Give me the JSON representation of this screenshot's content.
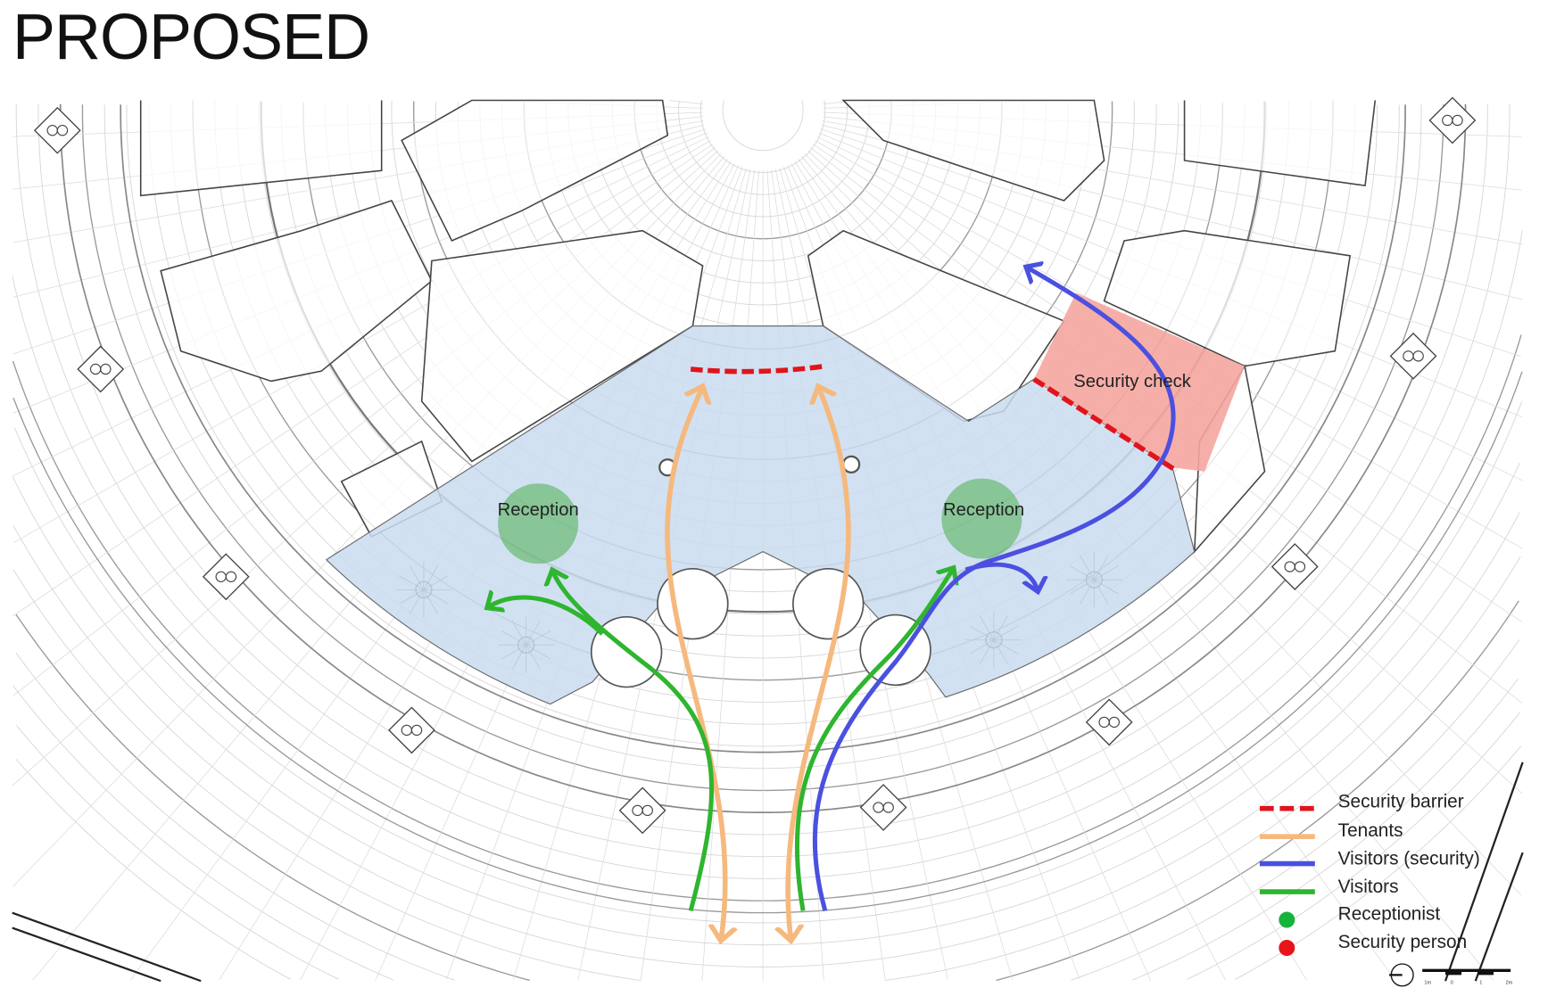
{
  "title": "PROPOSED",
  "labels": {
    "reception_left": "Reception",
    "reception_right": "Reception",
    "security_check": "Security check"
  },
  "legend": [
    {
      "label": "Security barrier",
      "style": "dashed-line",
      "color": "#e0141c"
    },
    {
      "label": "Tenants",
      "style": "line",
      "color": "#f5b97e"
    },
    {
      "label": "Visitors (security)",
      "style": "line",
      "color": "#4b50e0"
    },
    {
      "label": "Visitors",
      "style": "line",
      "color": "#2fb52f"
    },
    {
      "label": "Receptionist",
      "style": "dot",
      "color": "#17b23a"
    },
    {
      "label": "Security person",
      "style": "dot",
      "color": "#e8141c"
    }
  ],
  "scale_bar": {
    "ticks": [
      "1m",
      "0",
      "1",
      "2m"
    ]
  },
  "colors": {
    "lobby": "#c9dcf0",
    "security_zone": "#f5a5a0",
    "reception_zone": "#4cae4c"
  }
}
